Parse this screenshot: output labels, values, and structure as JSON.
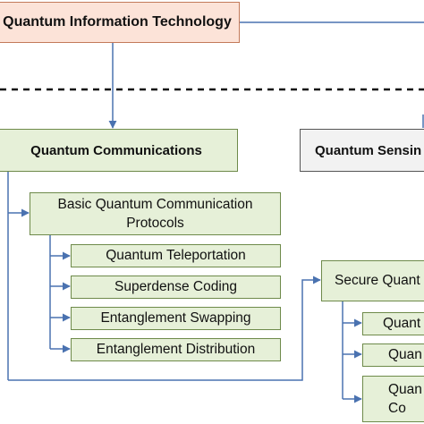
{
  "diagram": {
    "root": "Quantum Information Technology",
    "branches": [
      {
        "label": "Quantum Communications",
        "children": [
          {
            "label": "Basic Quantum Communication Protocols",
            "children": [
              "Quantum Teleportation",
              "Superdense Coding",
              "Entanglement Swapping",
              "Entanglement Distribution"
            ]
          },
          {
            "label": "Secure Quant",
            "children": [
              "Quant",
              "Quan",
              "Quan Co"
            ]
          }
        ]
      },
      {
        "label": "Quantum Sensin"
      }
    ]
  },
  "colors": {
    "root_fill": "#fce3d8",
    "node_fill": "#e6f0d8",
    "sensing_fill": "#f2f2f2",
    "arrow": "#4a72b0"
  }
}
